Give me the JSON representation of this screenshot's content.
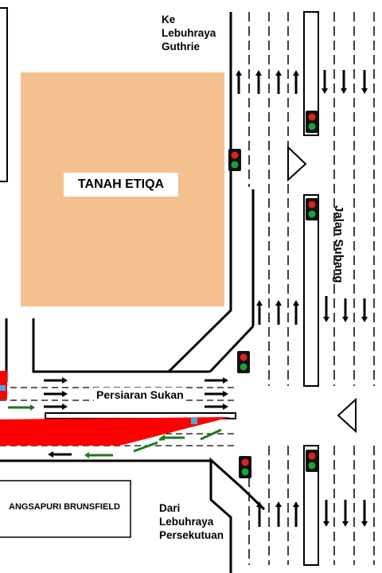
{
  "labels": {
    "dest_top": [
      "Ke",
      "Lebuhraya",
      "Guthrie"
    ],
    "plot_name": "TANAH ETIQA",
    "road_side": "Persiaran Sukan",
    "road_main": "Jalan Subang",
    "building": "ANGSAPURI BRUNSFIELD",
    "dest_bottom": [
      "Dari",
      "Lebuhraya",
      "Persekutuan"
    ]
  },
  "colors": {
    "plot_fill": "#F4C08E",
    "road_line": "#000000",
    "lane_dash": "#000000",
    "highlight": "#FF0000",
    "flow_arrow": "#1E7A1E",
    "signal_red": "#E02020",
    "signal_green": "#1FA03A",
    "marker_blue": "#4AA8E0"
  }
}
